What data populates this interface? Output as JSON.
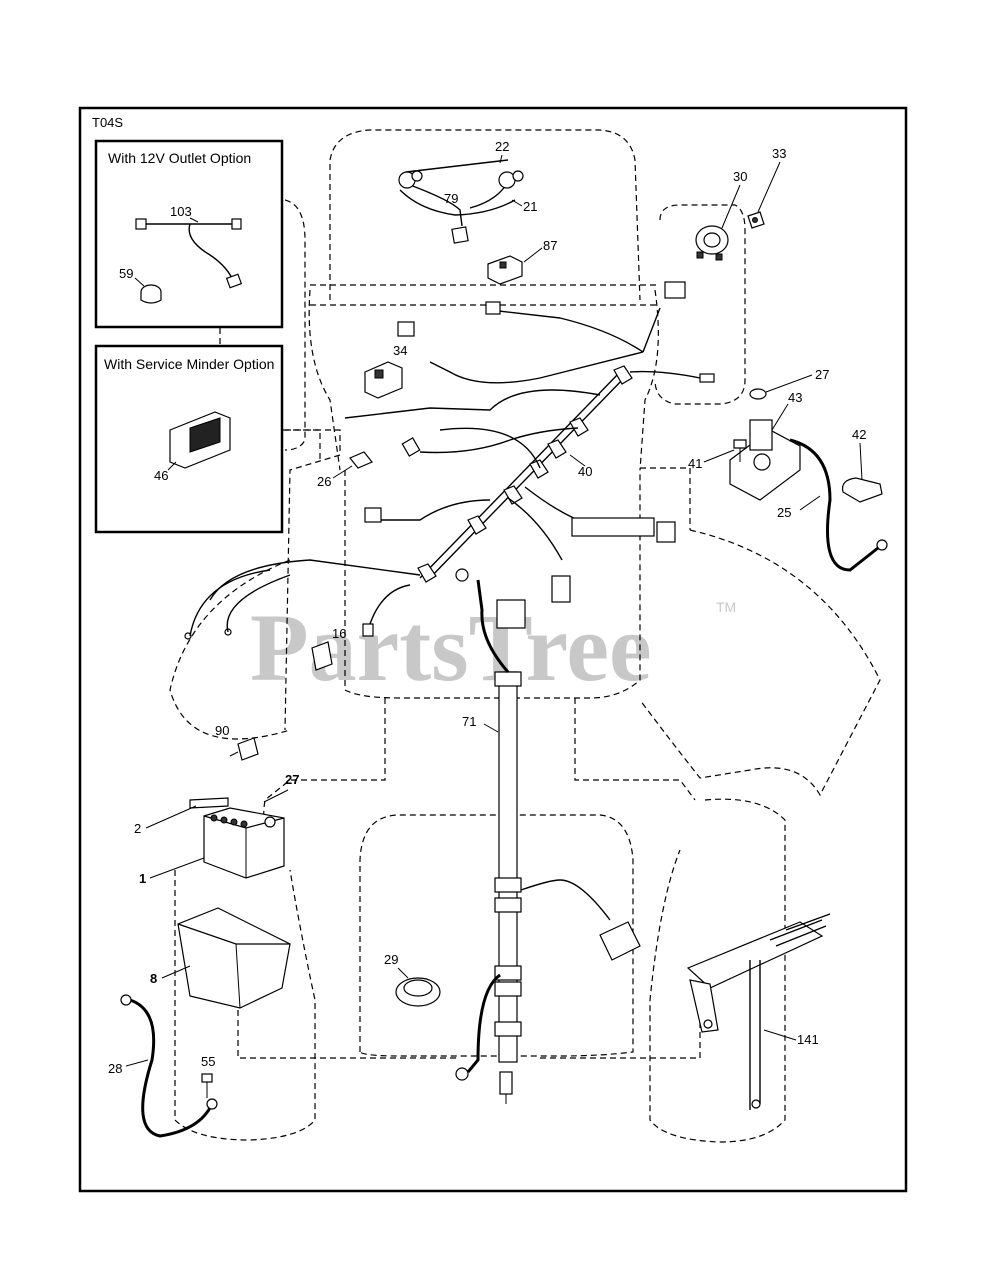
{
  "diagram_code": "T04S",
  "watermark": {
    "text": "PartsTree",
    "trademark": "TM"
  },
  "insets": [
    {
      "title": "With 12V Outlet Option",
      "parts": [
        "103",
        "59"
      ]
    },
    {
      "title": "With Service Minder Option",
      "parts": [
        "46"
      ]
    }
  ],
  "callouts": {
    "p22": "22",
    "p79": "79",
    "p21": "21",
    "p87": "87",
    "p33": "33",
    "p30": "30",
    "p34": "34",
    "p27a": "27",
    "p43": "43",
    "p41": "41",
    "p42": "42",
    "p26": "26",
    "p40": "40",
    "p25": "25",
    "p16": "16",
    "p90": "90",
    "p71": "71",
    "p27b": "27",
    "p2": "2",
    "p1": "1",
    "p8": "8",
    "p29": "29",
    "p28": "28",
    "p55": "55",
    "p141": "141",
    "p103": "103",
    "p59": "59",
    "p46": "46"
  }
}
